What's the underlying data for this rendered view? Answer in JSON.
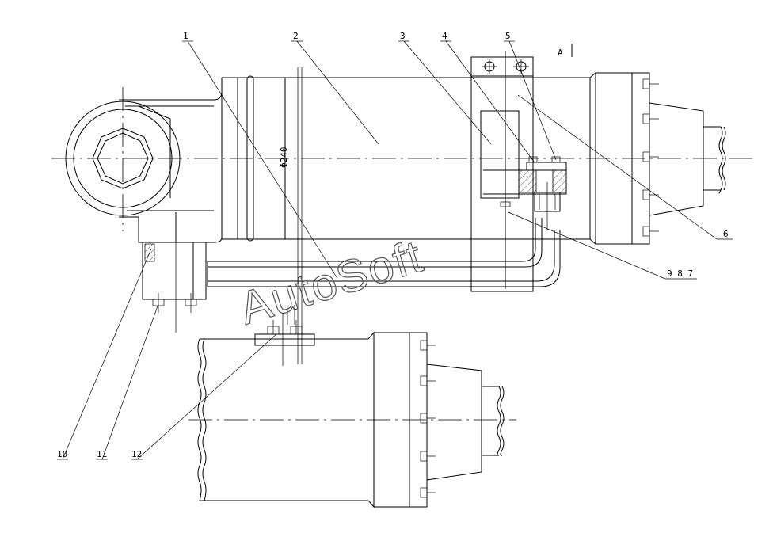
{
  "labels": {
    "p1": "1",
    "p2": "2",
    "p3": "3",
    "p4": "4",
    "p5": "5",
    "p6": "6",
    "p987": "9  8  7",
    "p10": "10",
    "p11": "11",
    "p12": "12"
  },
  "view_mark": "A",
  "dimension": "Φ240",
  "watermark": "AutoSoft"
}
